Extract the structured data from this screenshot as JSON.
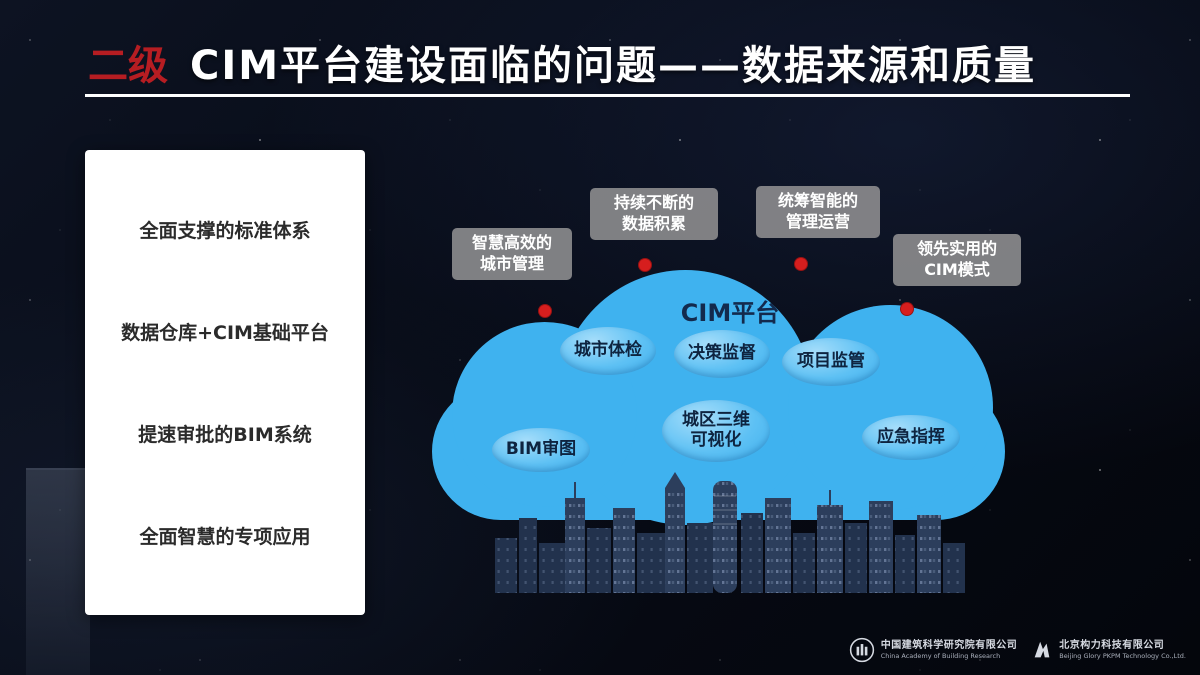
{
  "slide": {
    "badge": "二级",
    "title": "CIM平台建设面临的问题——数据来源和质量",
    "accent_color": "#b61d22",
    "background_color": "#070b16"
  },
  "left_panel": {
    "items": [
      "全面支撑的标准体系",
      "数据仓库+CIM基础平台",
      "提速审批的BIM系统",
      "全面智慧的专项应用"
    ]
  },
  "diagram": {
    "cloud_label": "CIM平台",
    "cloud_color": "#3fb2ef",
    "dot_color": "#d61e1e",
    "callout_color": "#8a8a8c",
    "modules": [
      "城市体检",
      "决策监督",
      "项目监管",
      "BIM审图",
      "城区三维\n可视化",
      "应急指挥"
    ],
    "callouts": [
      "智慧高效的\n城市管理",
      "持续不断的\n数据积累",
      "统筹智能的\n管理运营",
      "领先实用的\nCIM模式"
    ]
  },
  "footer": {
    "logo1_cn": "中国建筑科学研究院有限公司",
    "logo1_en": "China Academy of Building Research",
    "logo2_cn": "北京构力科技有限公司",
    "logo2_en": "Beijing Glory PKPM Technology Co.,Ltd."
  }
}
